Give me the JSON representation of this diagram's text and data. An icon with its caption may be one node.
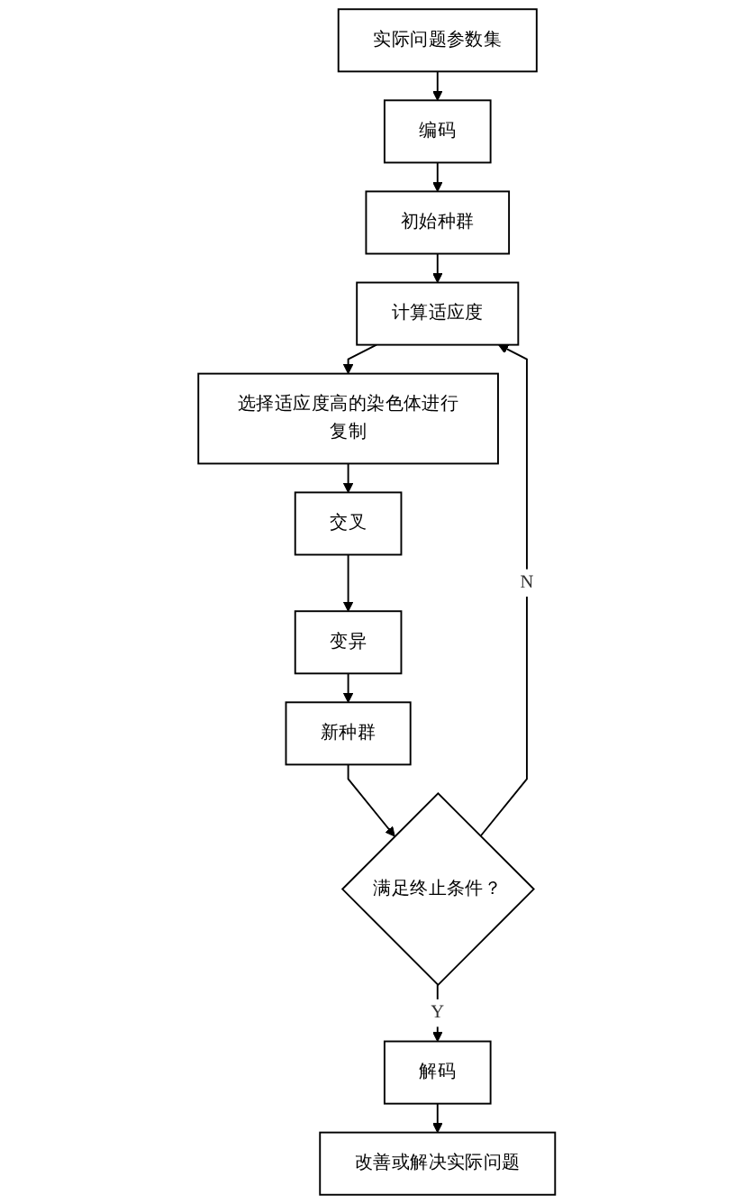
{
  "diagram": {
    "nodes": [
      {
        "text": [
          "实际问题参数集"
        ]
      },
      {
        "text": [
          "编码"
        ]
      },
      {
        "text": [
          "初始种群"
        ]
      },
      {
        "text": [
          "计算适应度"
        ]
      },
      {
        "text": [
          "选择适应度高的染色体进行复制"
        ]
      },
      {
        "text": [
          "交叉"
        ]
      },
      {
        "text": [
          "变异"
        ]
      },
      {
        "text": [
          "新种群"
        ]
      },
      {
        "text": [
          "满足终止条件？"
        ]
      },
      {
        "text": [
          "解码"
        ]
      },
      {
        "text": [
          "改善或解决实际问题"
        ]
      }
    ],
    "edges": [
      {
        "from": 0,
        "to": 1,
        "arrow": "to"
      },
      {
        "from": 1,
        "to": 2,
        "arrow": "to"
      },
      {
        "from": 2,
        "to": 3,
        "arrow": "to"
      },
      {
        "from": 3,
        "to": 4,
        "arrow": "to"
      },
      {
        "from": 4,
        "to": 5,
        "arrow": "to"
      },
      {
        "from": 5,
        "to": 6,
        "arrow": "to"
      },
      {
        "from": 6,
        "to": 7,
        "arrow": "to"
      },
      {
        "from": 7,
        "to": 8,
        "arrow": "to"
      },
      {
        "from": 8,
        "to": 3,
        "arrow": "to",
        "label": "N"
      },
      {
        "from": 8,
        "to": 9,
        "arrow": "to",
        "label": "Y"
      },
      {
        "from": 9,
        "to": 10,
        "arrow": "to"
      }
    ]
  }
}
